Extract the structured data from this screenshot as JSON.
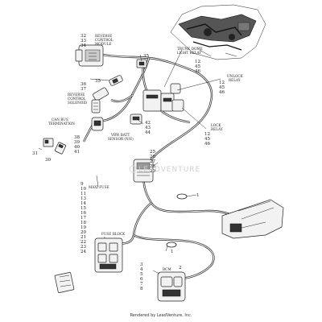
{
  "callouts": {
    "reverse_module_nums": [
      "32",
      "33",
      "34"
    ],
    "reverse_module_text": [
      "REVERSE",
      "CONTROL",
      "MODULE"
    ],
    "n35a": "35",
    "n35b": "35",
    "trunk_relay_text": [
      "TRUNK DOME",
      "LIGHT RELAY"
    ],
    "trunk_relay_nums": [
      "12",
      "45",
      "46"
    ],
    "unlock_relay_text": [
      "UNLOCK",
      "RELAY"
    ],
    "unlock_relay_nums": [
      "12",
      "45",
      "46"
    ],
    "solenoid_nums": [
      "36",
      "37"
    ],
    "solenoid_text": [
      "REVERSE",
      "CONTROL",
      "SOLENOID"
    ],
    "canbus_text": [
      "CAN BUS",
      "TERMINATION"
    ],
    "canbus_nums": [
      "38",
      "39",
      "40",
      "41"
    ],
    "vbw_text": [
      "VBW BATT",
      "SENSOR (N/E)"
    ],
    "vbw_nums": [
      "42",
      "43",
      "44"
    ],
    "lock_relay_text": [
      "LOCK",
      "RELAY"
    ],
    "lock_relay_nums": [
      "12",
      "45",
      "46"
    ],
    "n31": "31",
    "n30": "30",
    "maxi_fuse_nums": [
      "25",
      "26",
      "27",
      "28",
      "29"
    ],
    "maxi_fuse_text": "MAXI FUSE",
    "n1a": "1",
    "n1b": "1",
    "left_stack": [
      "9",
      "10",
      "11",
      "13",
      "14",
      "15",
      "16",
      "17",
      "18",
      "19",
      "20",
      "21",
      "22",
      "23",
      "24"
    ],
    "fuse_block_text": "FUSE BLOCK",
    "bcm_nums_left": [
      "3",
      "4",
      "5",
      "6",
      "7",
      "8"
    ],
    "bcm_num_top": "2",
    "bcm_text": "BCM"
  },
  "watermark": "LEADVENTURE",
  "footer": "Rendered by LeadVenture, Inc."
}
